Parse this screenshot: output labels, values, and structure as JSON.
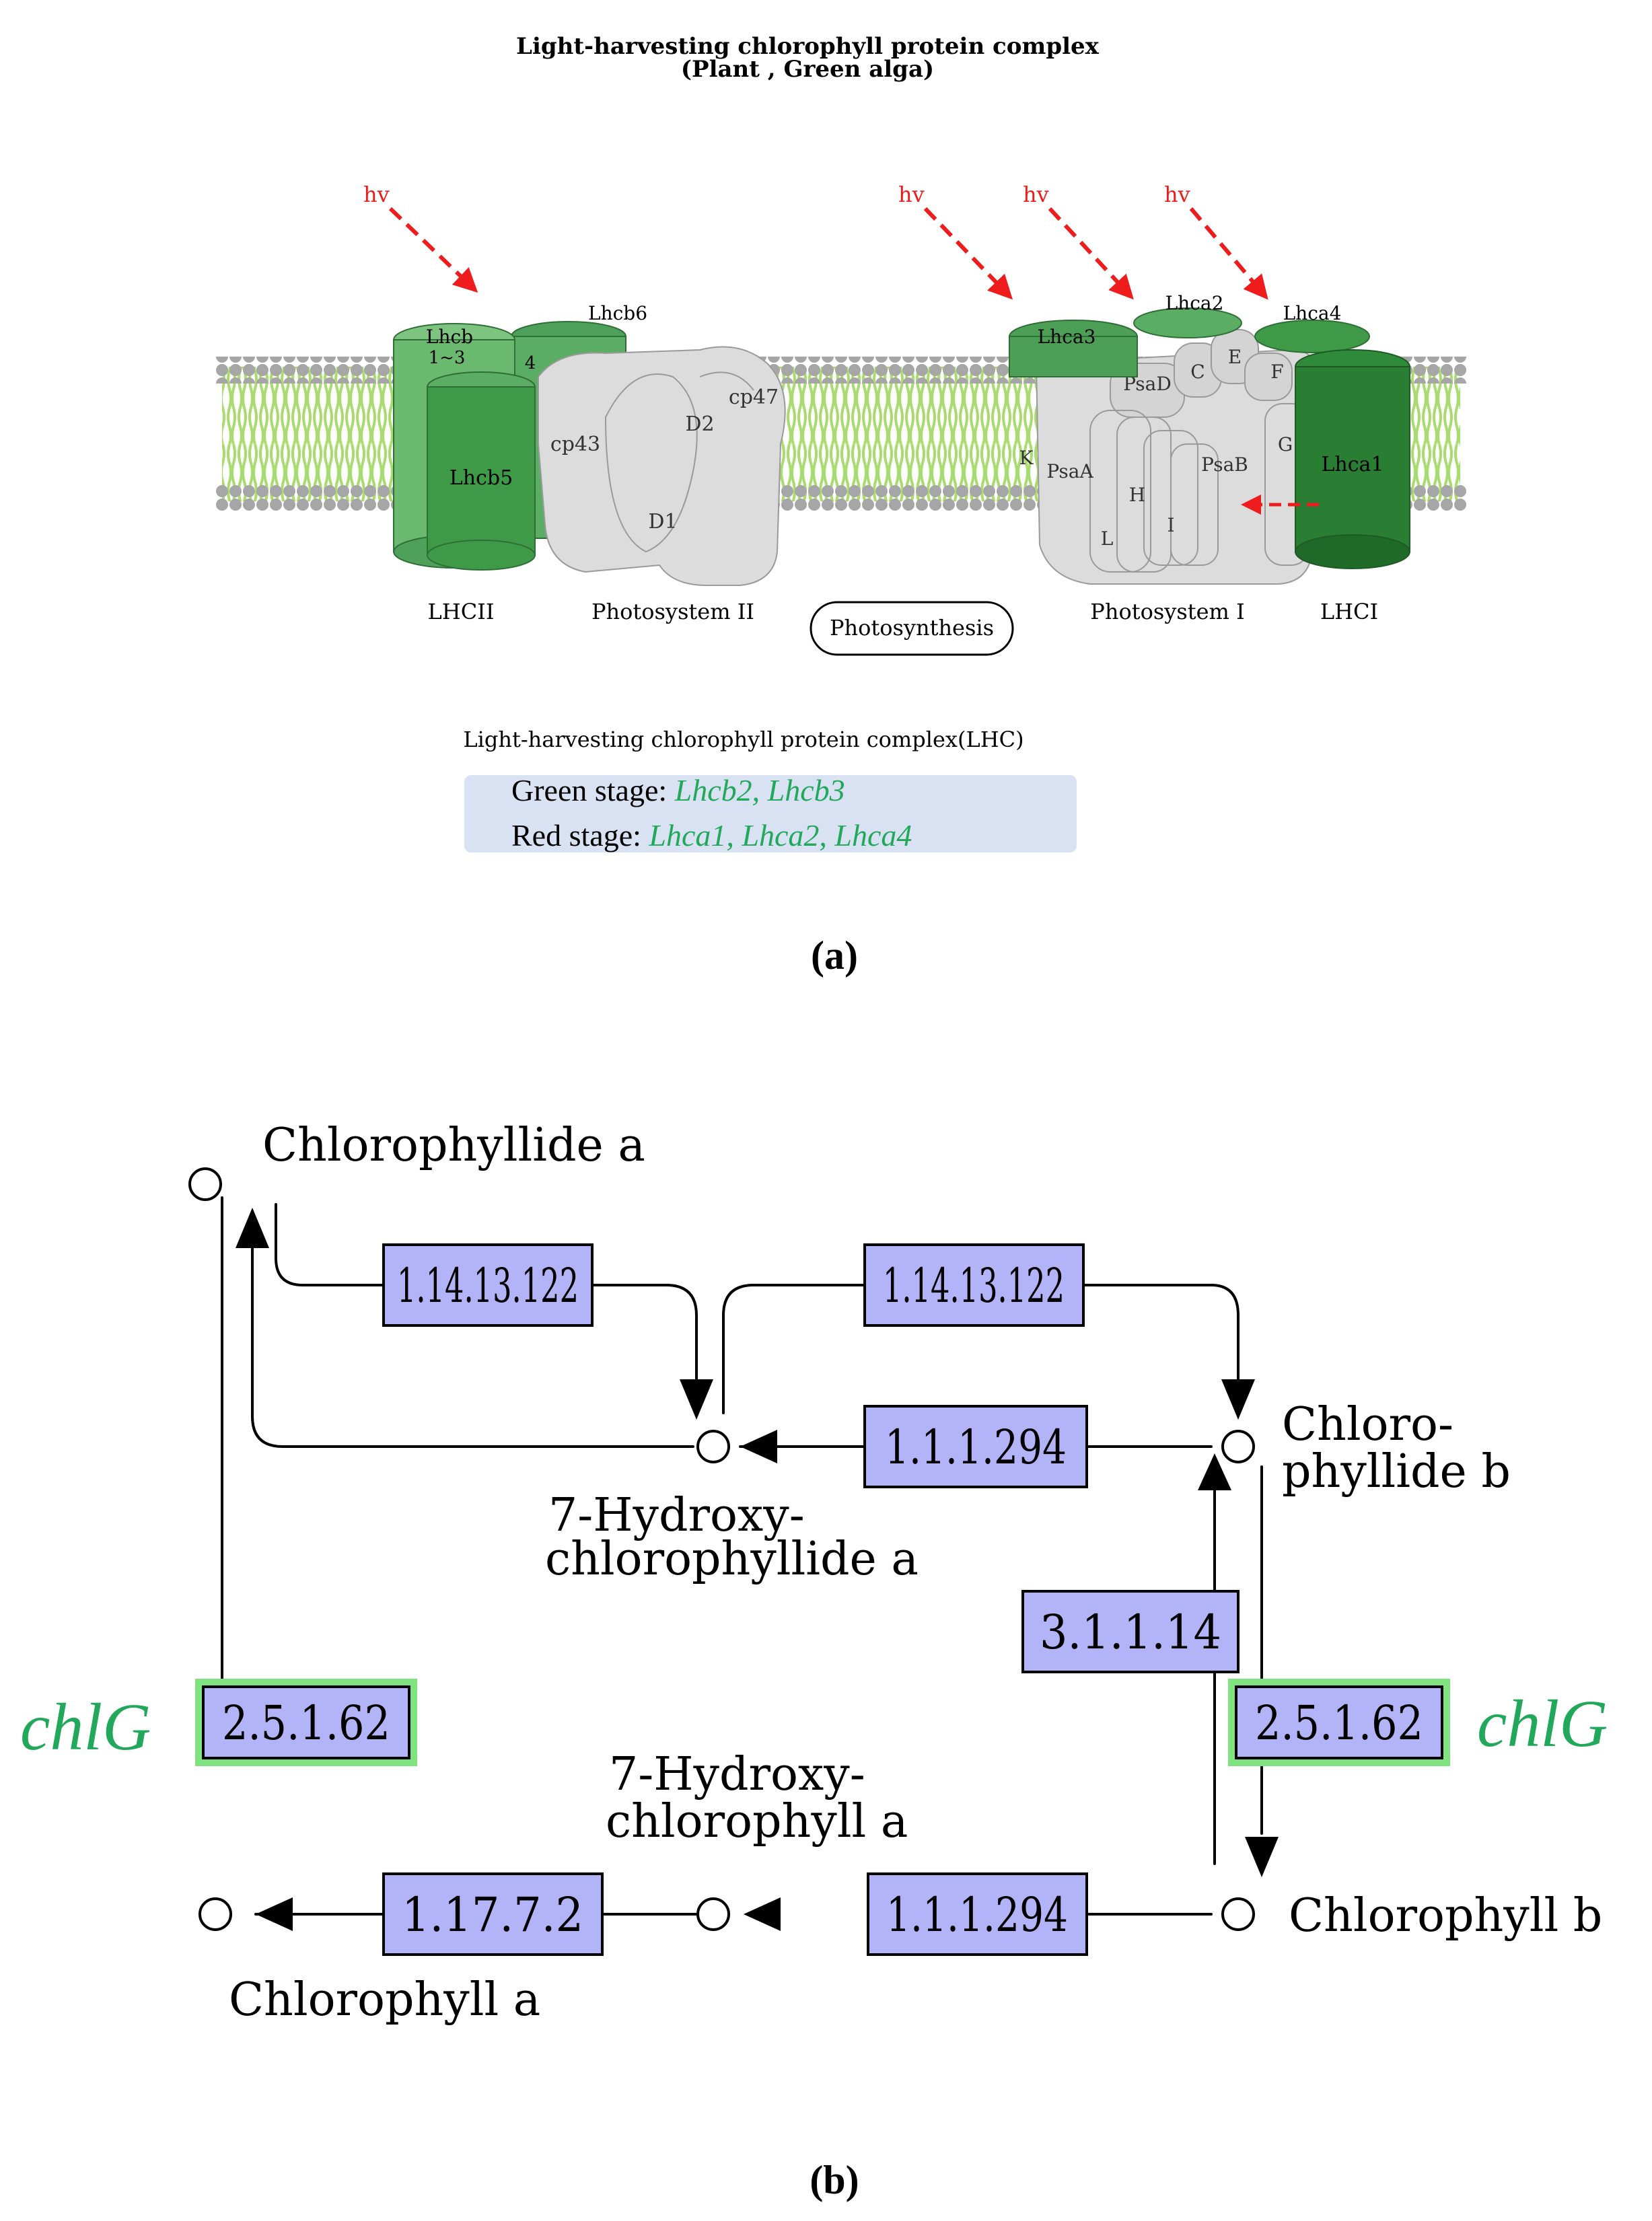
{
  "panel_a": {
    "title_line1": "Light-harvesting chlorophyll protein complex",
    "title_line2": "(Plant , Green alga)",
    "hv": "hv",
    "complexes": {
      "lhcb13": "Lhcb",
      "lhcb13_sub": "1~3",
      "lhcb4": "4",
      "lhcb6": "Lhcb6",
      "lhcb5": "Lhcb5",
      "cp43": "cp43",
      "cp47": "cp47",
      "d1": "D1",
      "d2": "D2",
      "lhca3": "Lhca3",
      "lhca2": "Lhca2",
      "lhca4": "Lhca4",
      "lhca1": "Lhca1",
      "psad": "PsaD",
      "c": "C",
      "e": "E",
      "f": "F",
      "k": "K",
      "psaa": "PsaA",
      "psab": "PsaB",
      "g": "G",
      "h": "H",
      "l": "L",
      "i": "I"
    },
    "section_labels": {
      "lhcii": "LHCII",
      "ps2": "Photosystem II",
      "photosynthesis": "Photosynthesis",
      "ps1": "Photosystem I",
      "lhci": "LHCI"
    },
    "legend": {
      "title": "Light-harvesting chlorophyll protein complex(LHC)",
      "green_label": "Green stage: ",
      "green_genes": "Lhcb2, Lhcb3",
      "red_label": "Red stage: ",
      "red_genes": "Lhca1, Lhca2, Lhca4"
    },
    "caption": "(a)"
  },
  "panel_b": {
    "compounds": {
      "chlide_a": "Chlorophyllide a",
      "hydroxy_chlide_1": "7-Hydroxy-",
      "hydroxy_chlide_2": "chlorophyllide a",
      "chlide_b_1": "Chloro-",
      "chlide_b_2": "phyllide b",
      "hydroxy_chl_1": "7-Hydroxy-",
      "hydroxy_chl_2": "chlorophyll a",
      "chl_a": "Chlorophyll a",
      "chl_b": "Chlorophyll b"
    },
    "enzymes": {
      "e_top_left": "1.14.13.122",
      "e_top_right": "1.14.13.122",
      "e_mid": "1.1.1.294",
      "e_3_1_1_14": "3.1.1.14",
      "e_left_2_5_1_62": "2.5.1.62",
      "e_right_2_5_1_62": "2.5.1.62",
      "e_1_17_7_2": "1.17.7.2",
      "e_bottom_1_1_1_294": "1.1.1.294"
    },
    "gene_left": "chlG",
    "gene_right": "chlG",
    "caption": "(b)"
  },
  "colors": {
    "enzyme_fill": "#b3b3f7",
    "highlight_border": "#7fe37f",
    "gene_text": "#22a85a",
    "legend_bg": "#d9e2f3",
    "arrow_red": "#ee1c1c",
    "membrane_green": "#9fd86a",
    "lhc_green": "#3f9a48"
  }
}
